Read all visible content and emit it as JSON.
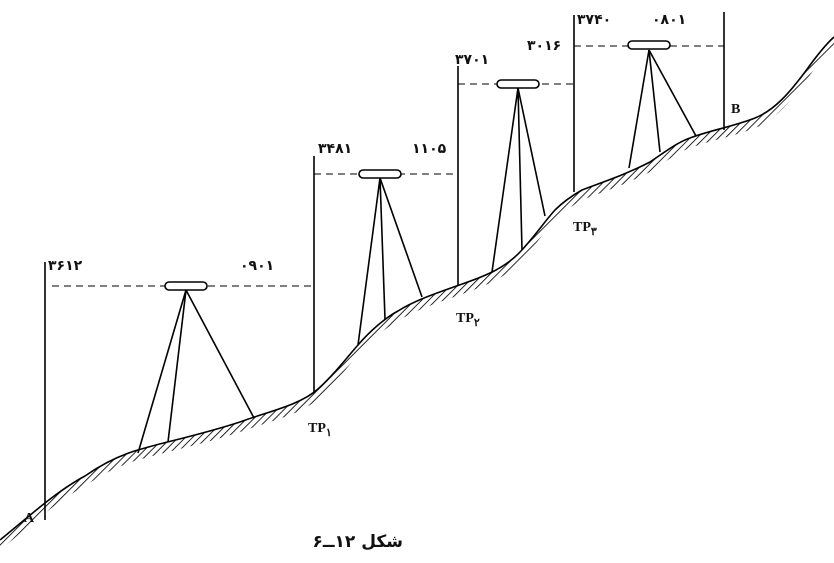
{
  "figure": {
    "caption": "شکل ۱۲ــ۶"
  },
  "points": {
    "start": "A",
    "end": "B",
    "tp1": "TP",
    "tp1_sub": "۱",
    "tp2": "TP",
    "tp2_sub": "۲",
    "tp3": "TP",
    "tp3_sub": "۳"
  },
  "readings": {
    "station1_backsight": "۳۶۱۲",
    "station1_foresight": "۰۹۰۱",
    "station2_backsight": "۳۴۸۱",
    "station2_foresight": "۱۱۰۵",
    "station3_backsight": "۳۷۰۱",
    "station3_foresight": "۳۰۱۶",
    "station4_backsight": "۳۷۴۰",
    "station4_foresight": "۰۸۰۱"
  }
}
